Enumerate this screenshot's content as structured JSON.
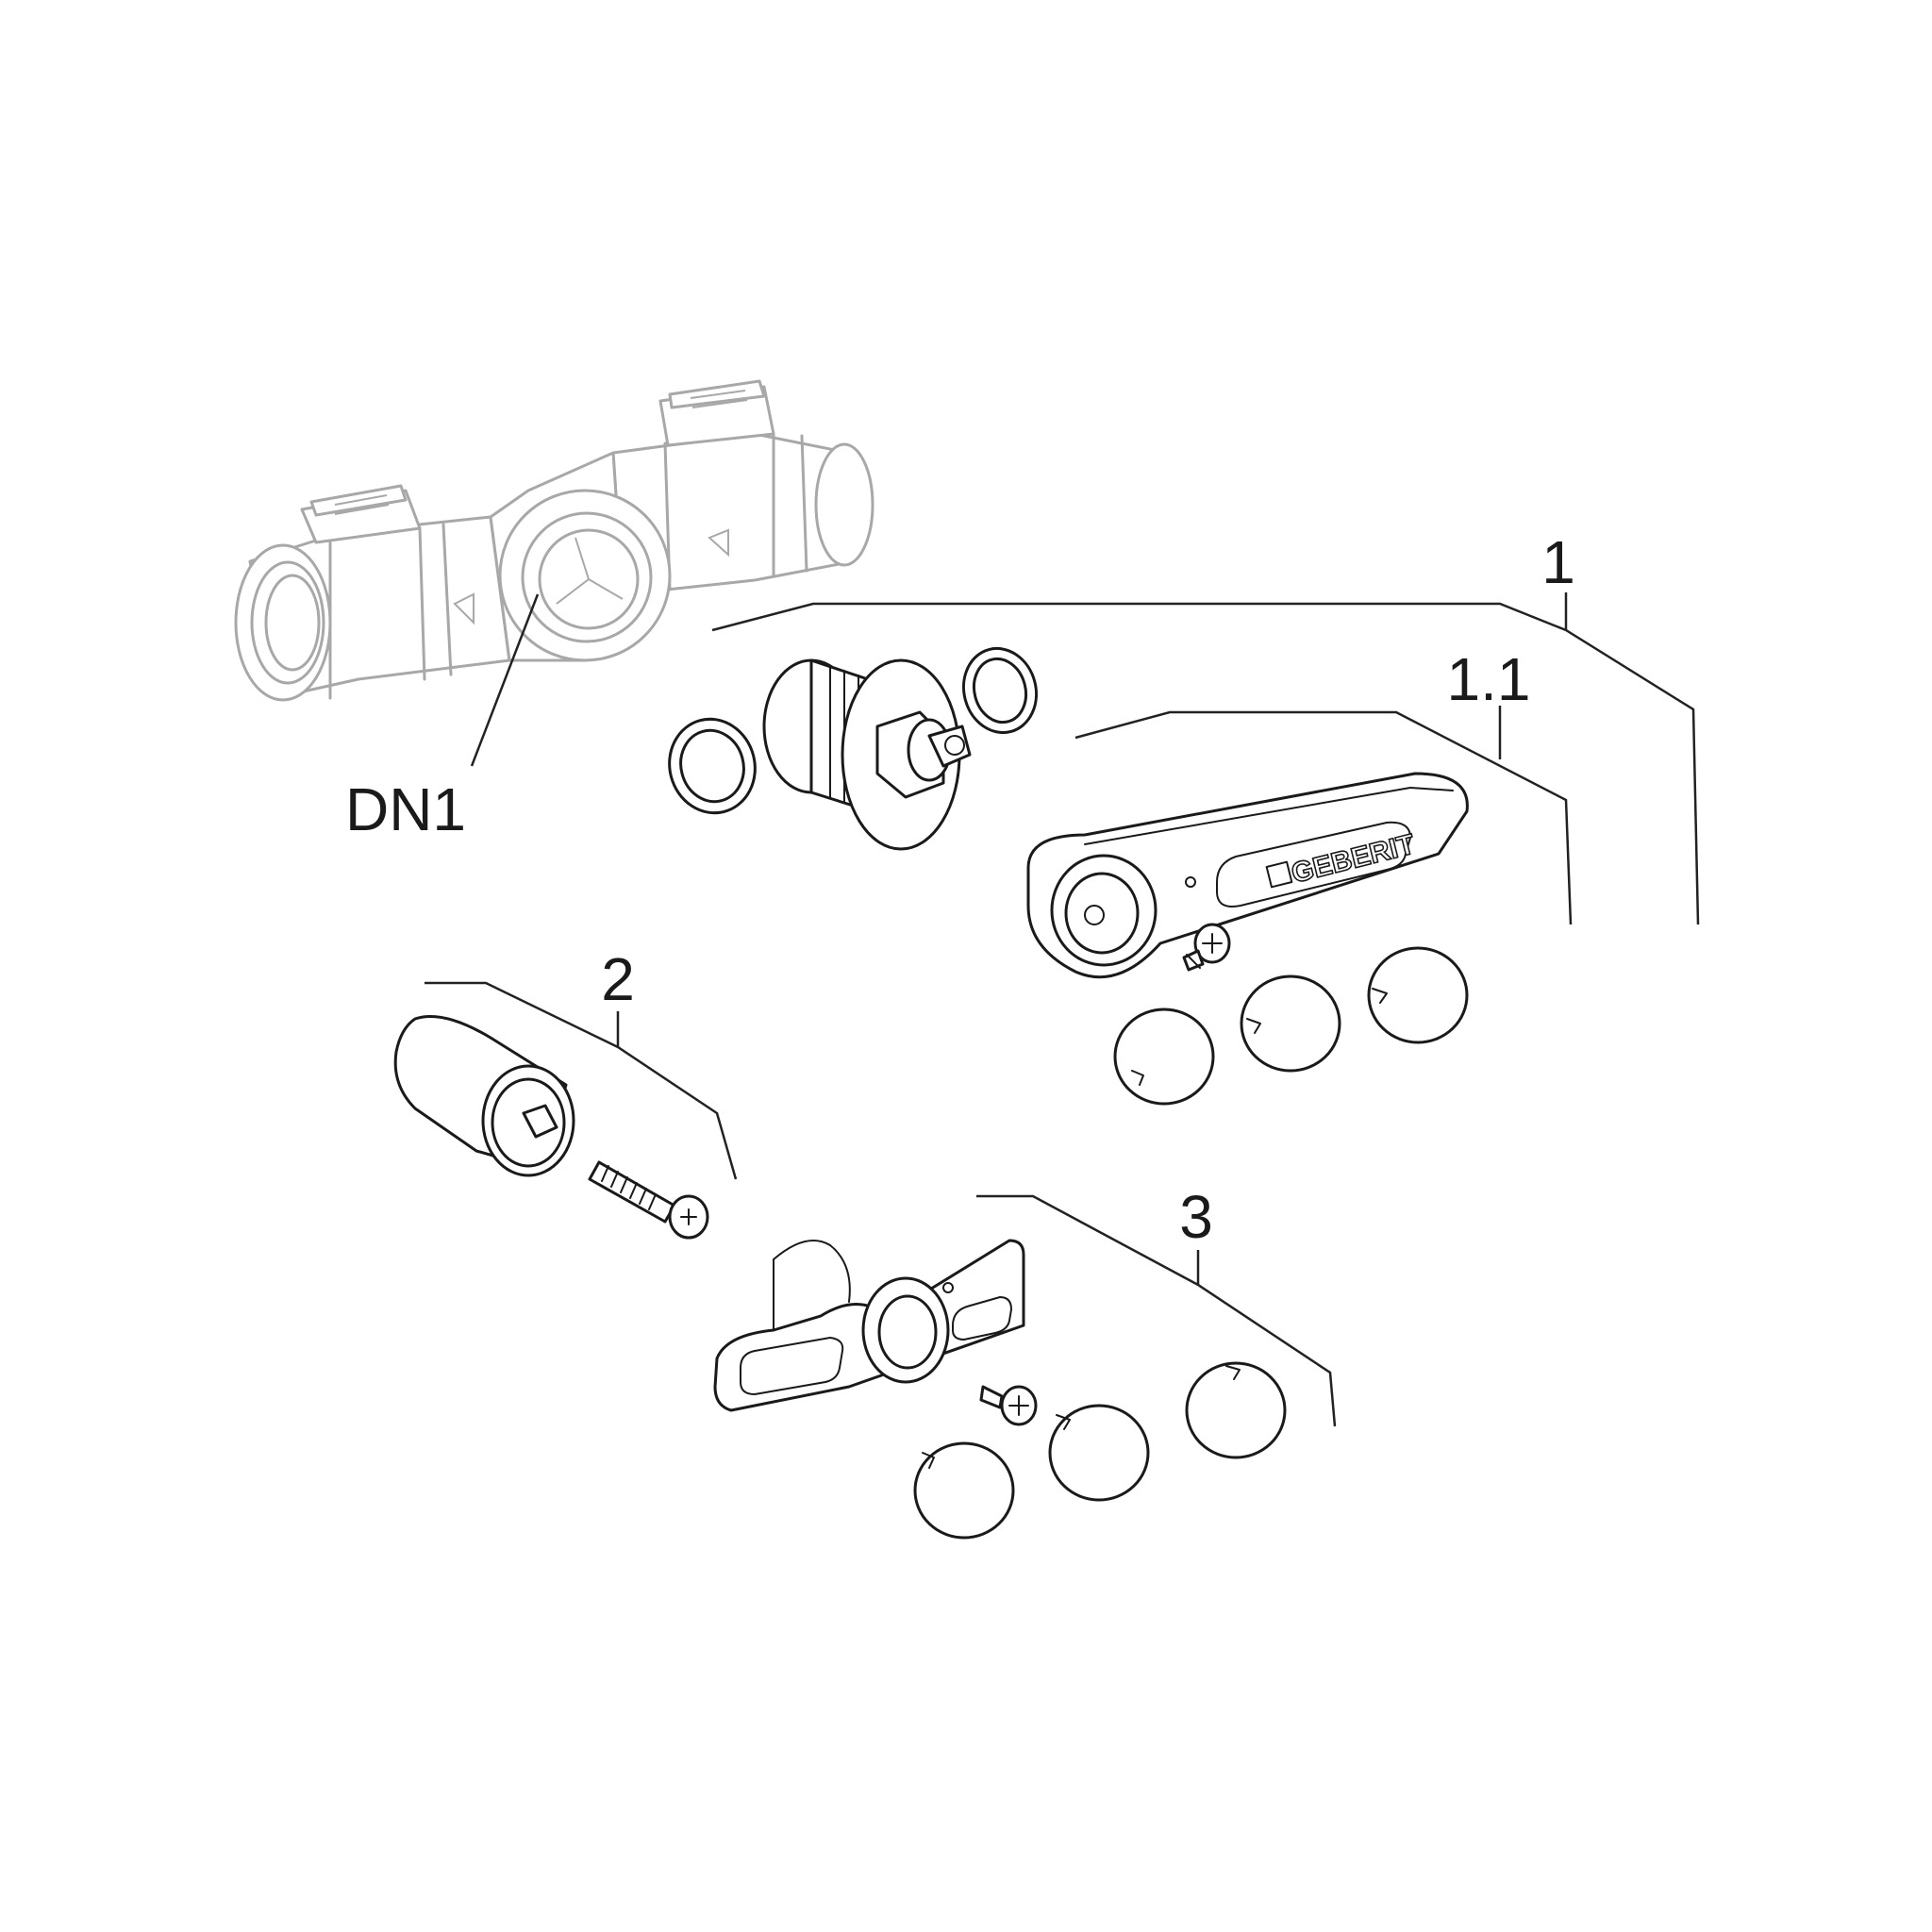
{
  "labels": {
    "dn1": "DN1",
    "item_1": "1",
    "item_1_1": "1.1",
    "item_2": "2",
    "item_3": "3"
  },
  "logo": {
    "text": "GEBERIT"
  },
  "colors": {
    "line": "#1a1a1a",
    "ghost_line": "#a8a8a8",
    "background": "#ffffff"
  }
}
